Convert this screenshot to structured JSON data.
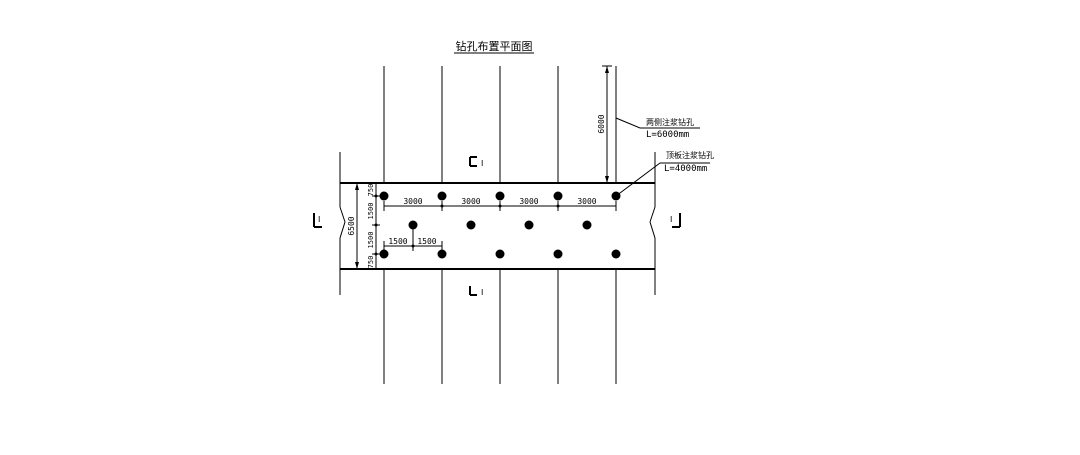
{
  "title": "钻孔布置平面图",
  "callouts": {
    "upper": {
      "name": "两侧注浆钻孔",
      "length": "L=6000mm"
    },
    "lower": {
      "name": "顶板注浆钻孔",
      "length": "L=4000mm"
    }
  },
  "dimensions": {
    "vertical_6000": "6000",
    "total_width": "6500",
    "row_spacing_top": "750",
    "row_spacing_mid1": "1500",
    "row_spacing_mid2": "1500",
    "row_spacing_bottom": "750",
    "hole_spacing": [
      "3000",
      "3000",
      "3000",
      "3000"
    ],
    "offset_spacing": [
      "1500",
      "1500"
    ]
  },
  "section_marks": {
    "top": "I",
    "bottom": "I",
    "left": "I",
    "right": "I"
  }
}
